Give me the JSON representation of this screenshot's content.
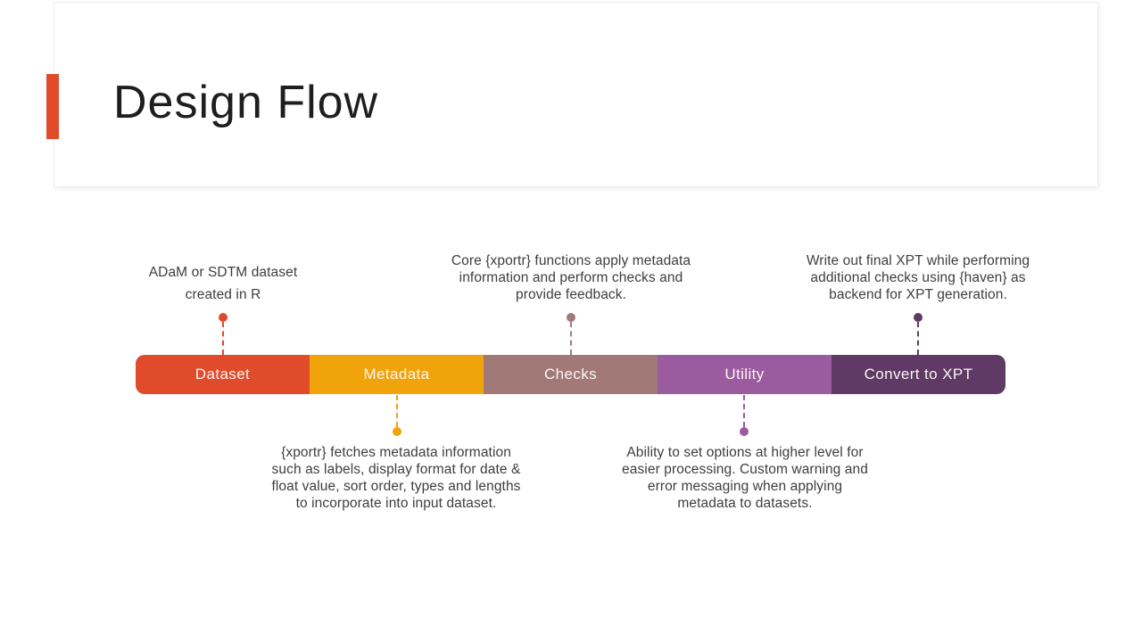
{
  "slide": {
    "title": "Design Flow",
    "accent_color": "#E04B2C",
    "background_color": "#FFFFFF",
    "text_color": "#3E3E3E"
  },
  "timeline": {
    "label_color": "#FFFFFF",
    "segments": [
      {
        "label": "Dataset",
        "color": "#E04B2C"
      },
      {
        "label": "Metadata",
        "color": "#F0A30A"
      },
      {
        "label": "Checks",
        "color": "#A17A78"
      },
      {
        "label": "Utility",
        "color": "#9A5C9F"
      },
      {
        "label": "Convert to XPT",
        "color": "#5E3A64"
      }
    ]
  },
  "annotations": [
    {
      "segment": "Dataset",
      "position": "above",
      "color": "#E04B2C",
      "text": "ADaM or SDTM dataset\ncreated in R"
    },
    {
      "segment": "Metadata",
      "position": "below",
      "color": "#F0A30A",
      "text": "{xportr} fetches metadata information\nsuch as labels, display format for date &\nfloat value, sort order, types and lengths\nto incorporate into input dataset."
    },
    {
      "segment": "Checks",
      "position": "above",
      "color": "#A17A78",
      "text": "Core {xportr} functions apply metadata\ninformation and perform checks and\nprovide feedback."
    },
    {
      "segment": "Utility",
      "position": "below",
      "color": "#9A5C9F",
      "text": "Ability to set options at higher level for\neasier processing. Custom warning and\nerror messaging when applying\nmetadata to datasets."
    },
    {
      "segment": "Convert to XPT",
      "position": "above",
      "color": "#5E3A64",
      "text": "Write out final XPT while performing\nadditional checks using {haven} as\nbackend for XPT generation."
    }
  ]
}
